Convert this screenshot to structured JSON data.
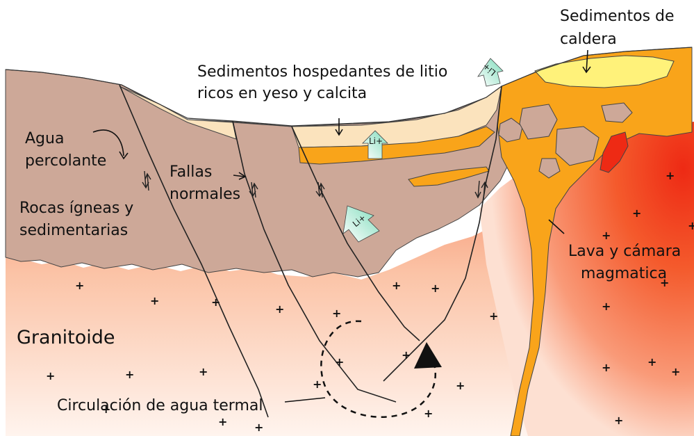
{
  "labels": {
    "caldera_sediments_1": "Sedimentos de",
    "caldera_sediments_2": "caldera",
    "host_sediments_1": "Sedimentos hospedantes de litio",
    "host_sediments_2": "ricos en yeso y calcita",
    "percolating_water_1": "Agua",
    "percolating_water_2": "percolante",
    "normal_faults_1": "Fallas",
    "normal_faults_2": "normales",
    "igneous_rocks_1": "Rocas ígneas y",
    "igneous_rocks_2": "sedimentarias",
    "lava_chamber_1": "Lava y cámara",
    "lava_chamber_2": "magmatica",
    "granitoid": "Granitoide",
    "thermal_water": "Circulación de agua termal"
  },
  "lithium_arrows": [
    "Li+",
    "Li+",
    "Li+"
  ],
  "colors": {
    "igneous_rock": "#cda898",
    "host_layer": "#fbe3bd",
    "caldera_sediment": "#fff27a",
    "lava": "#f9a41a",
    "magma_hot": "#ee2a14",
    "granite_warm": "#f7825c",
    "granite_light": "#fff2ea",
    "li_arrow": "#8fe3c7"
  }
}
